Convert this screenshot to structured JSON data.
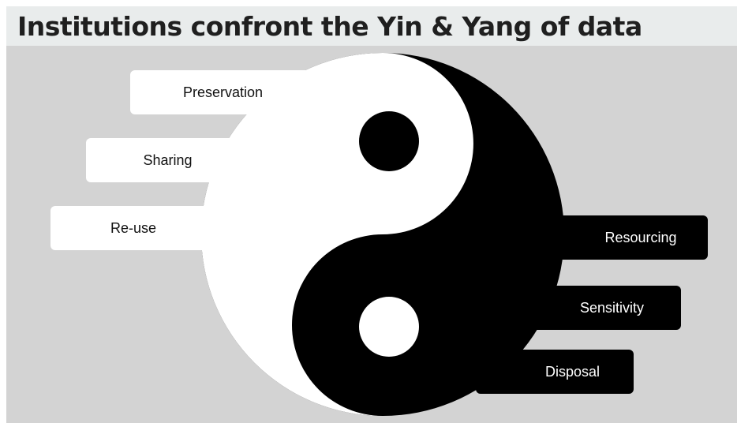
{
  "slide": {
    "title": "Institutions confront the Yin & Yang of data"
  },
  "diagram": {
    "yin_labels": [
      "Preservation",
      "Sharing",
      "Re-use"
    ],
    "yang_labels": [
      "Resourcing",
      "Sensitivity",
      "Disposal"
    ],
    "colors": {
      "background": "#d3d3d3",
      "title_bar": "#e9ecec",
      "light": "#ffffff",
      "dark": "#000000"
    }
  }
}
